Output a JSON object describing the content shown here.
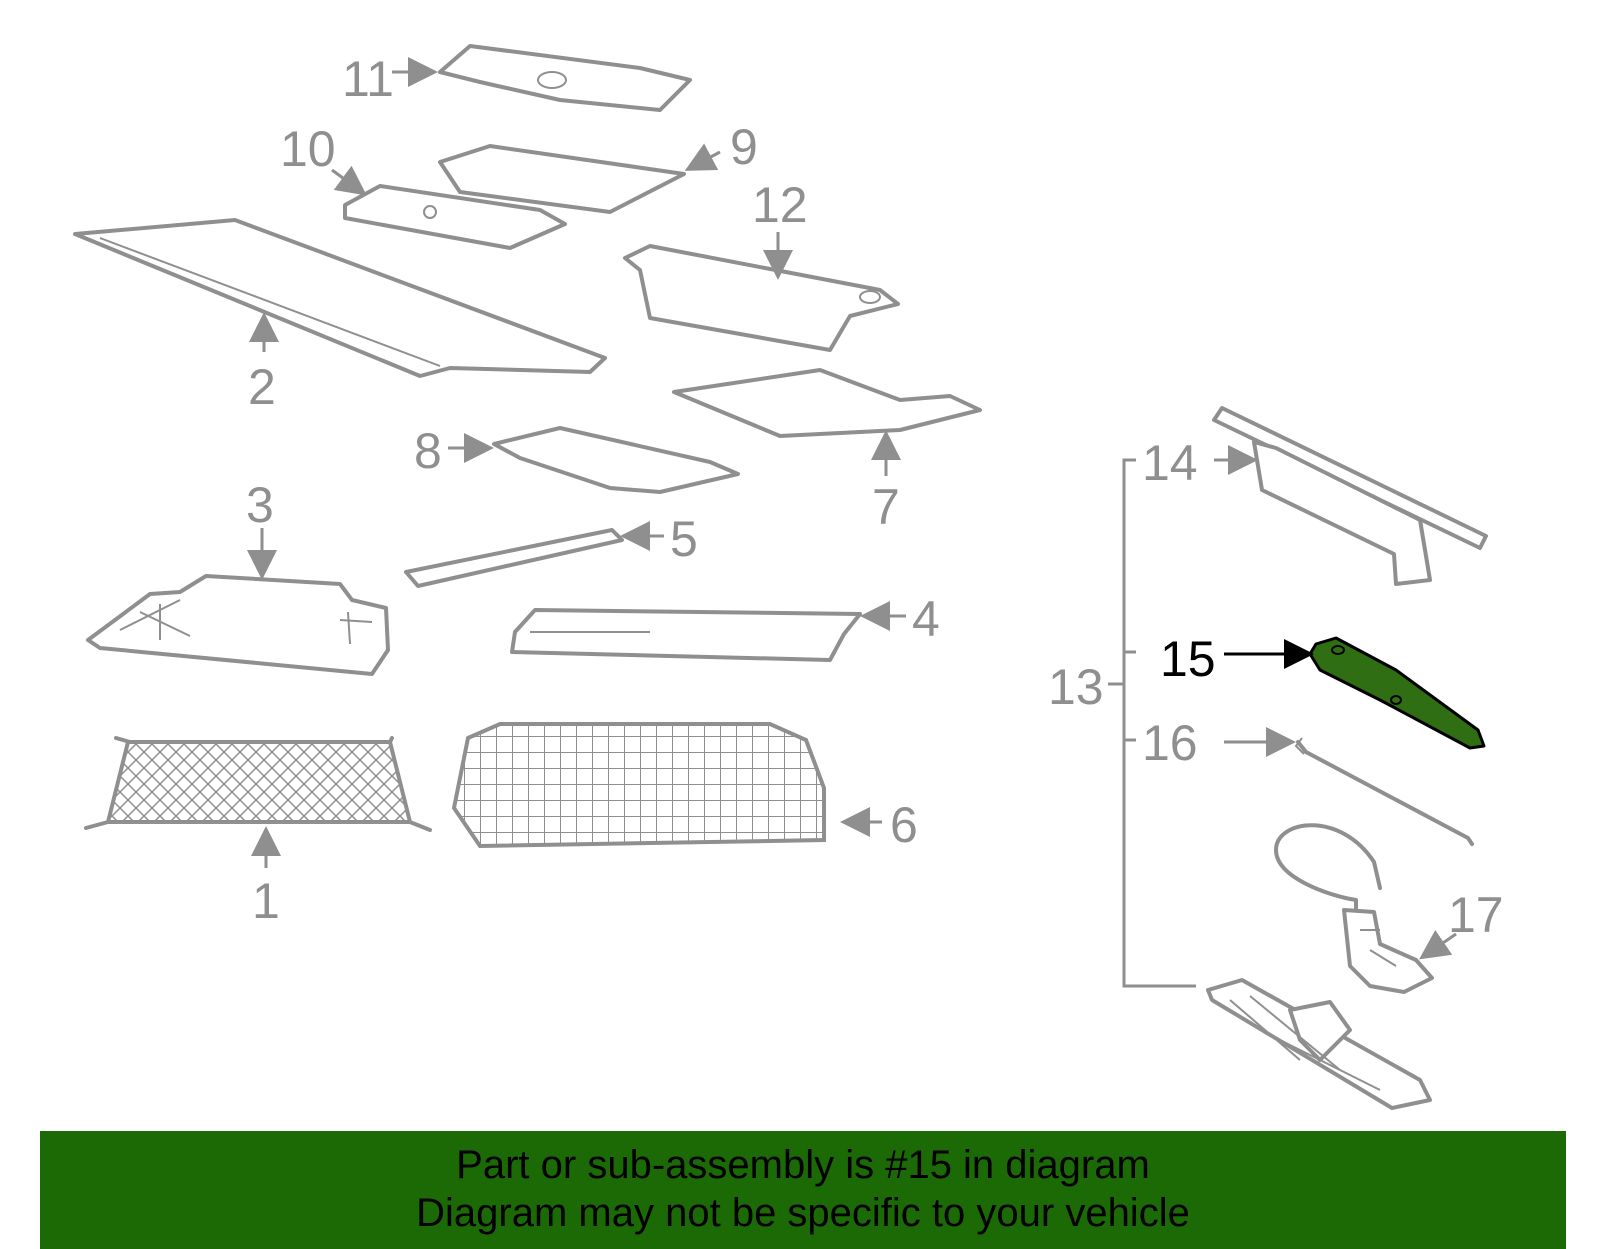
{
  "callouts": {
    "c1": "1",
    "c2": "2",
    "c3": "3",
    "c4": "4",
    "c5": "5",
    "c6": "6",
    "c7": "7",
    "c8": "8",
    "c9": "9",
    "c10": "10",
    "c11": "11",
    "c12": "12",
    "c13": "13",
    "c14": "14",
    "c15": "15",
    "c16": "16",
    "c17": "17"
  },
  "highlight_callout": "15",
  "colors": {
    "line": "#8f8f8f",
    "highlight_part": "#2f6e12",
    "banner_bg": "#1b6a06",
    "banner_text": "#000000"
  },
  "banner": {
    "line1": "Part or sub-assembly is #15 in diagram",
    "line2": "Diagram may not be specific to your vehicle"
  }
}
